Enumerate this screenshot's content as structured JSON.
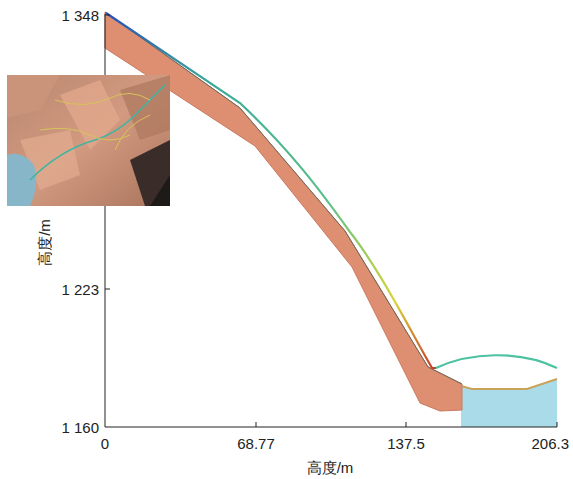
{
  "diagram": {
    "labels": [
      "1 348",
      "1 223",
      "1 160",
      "0",
      "68.77",
      "137.5",
      "206.3",
      "高度/m",
      "高度/m"
    ]
  }
}
